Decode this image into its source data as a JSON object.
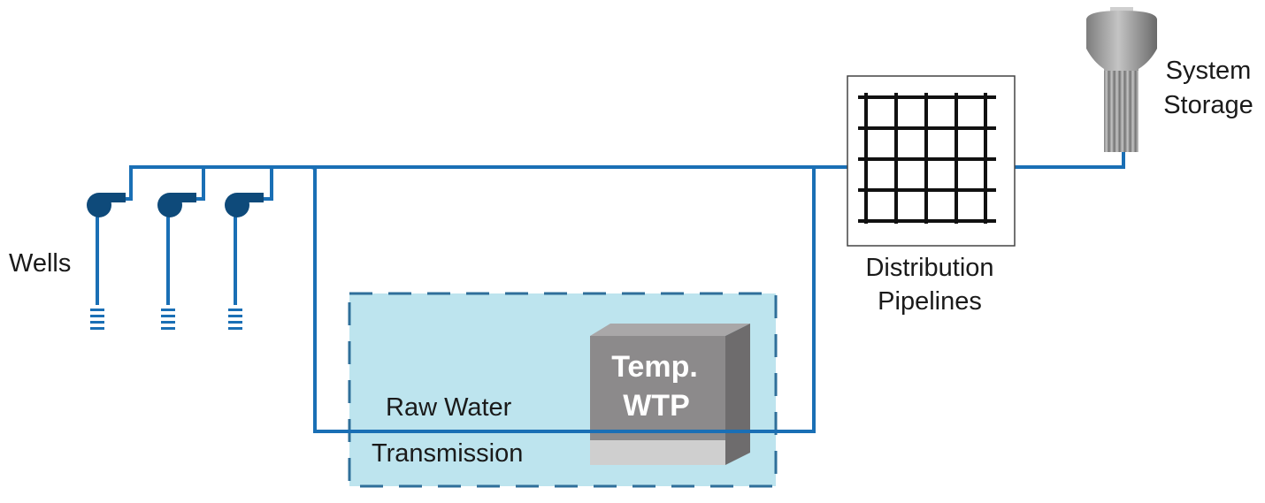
{
  "labels": {
    "wells": "Wells",
    "raw_water_line1": "Raw Water",
    "raw_water_line2": "Transmission",
    "wtp_line1": "Temp.",
    "wtp_line2": "WTP",
    "distribution_line1": "Distribution",
    "distribution_line2": "Pipelines",
    "storage_line1": "System",
    "storage_line2": "Storage"
  },
  "colors": {
    "pipe": "#1a6fb5",
    "pump": "#0e4a7a",
    "zone_fill": "#bde4ee",
    "zone_border": "#2f6f9a",
    "grid": "#111111",
    "wtp_front": "#8c8a8b",
    "wtp_side": "#6e6c6d",
    "wtp_top": "#a9a7a8",
    "wtp_base": "#cfcfcf",
    "tower": "#9a9a9a"
  },
  "icons": [
    "well-pump-icon",
    "well-screen-icon",
    "distribution-grid-icon",
    "water-tower-icon",
    "treatment-plant-icon"
  ]
}
